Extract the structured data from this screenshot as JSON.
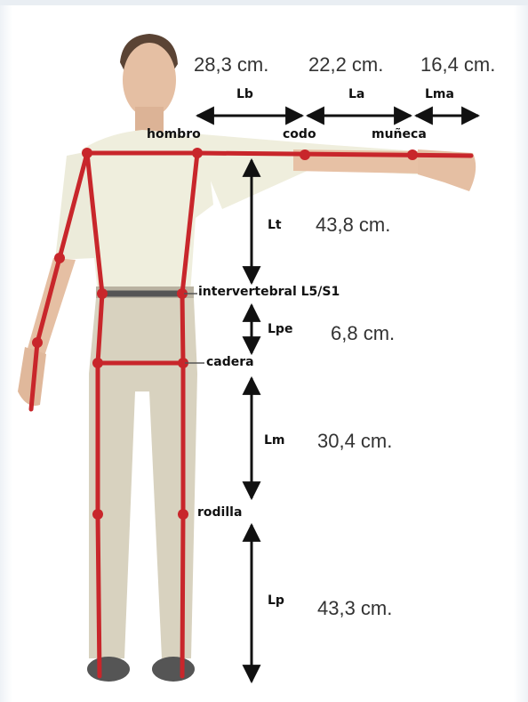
{
  "measurements": {
    "lb": "28,3 cm.",
    "la": "22,2 cm.",
    "lma": "16,4 cm.",
    "lt": "43,8 cm.",
    "lpe": "6,8 cm.",
    "lm": "30,4 cm.",
    "lp": "43,3 cm."
  },
  "segments": {
    "lb": "Lb",
    "la": "La",
    "lma": "Lma",
    "lt": "Lt",
    "lpe": "Lpe",
    "lm": "Lm",
    "lp": "Lp"
  },
  "joints": {
    "shoulder": "hombro",
    "elbow": "codo",
    "wrist": "muñeca",
    "l5s1": "intervertebral L5/S1",
    "hip": "cadera",
    "knee": "rodilla"
  },
  "colors": {
    "skeleton": "#c8262b",
    "arrow": "#111111",
    "shirt": "#efeedd",
    "pants": "#d8d2bf",
    "skin": "#e8c2a8"
  }
}
